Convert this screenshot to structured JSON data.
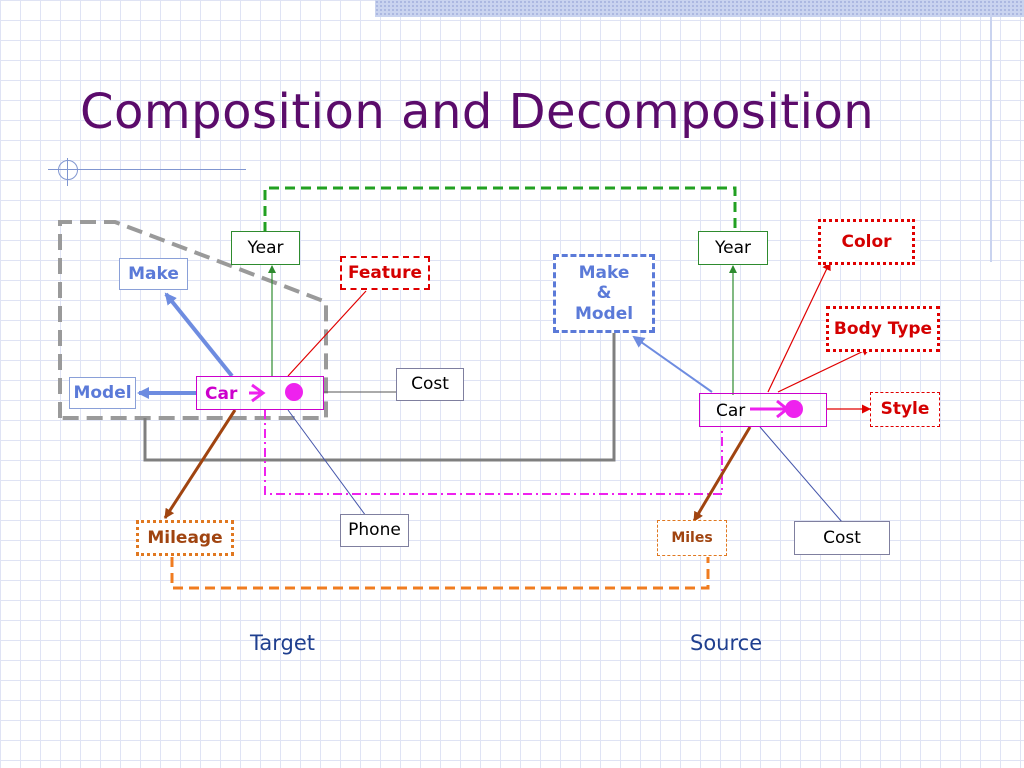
{
  "title": "Composition and Decomposition",
  "target": {
    "caption": "Target",
    "car": "Car",
    "year": "Year",
    "make": "Make",
    "model": "Model",
    "feature": "Feature",
    "cost": "Cost",
    "phone": "Phone",
    "mileage": "Mileage"
  },
  "source": {
    "caption": "Source",
    "car": "Car",
    "year": "Year",
    "make_model": [
      "Make",
      "&",
      "Model"
    ],
    "color": "Color",
    "body_type": "Body Type",
    "style": "Style",
    "miles": "Miles",
    "cost": "Cost"
  },
  "colors": {
    "title": "#5b0b6b",
    "year_link": "#2e8b2e",
    "make_model_link": "#7f7f7f",
    "car_link": "#ee22ee",
    "mileage_link": "#e07820",
    "attribute_blue": "#5b7ad8",
    "attribute_red": "#e00000",
    "attribute_brown": "#a04410",
    "caption": "#1f3f8f"
  }
}
